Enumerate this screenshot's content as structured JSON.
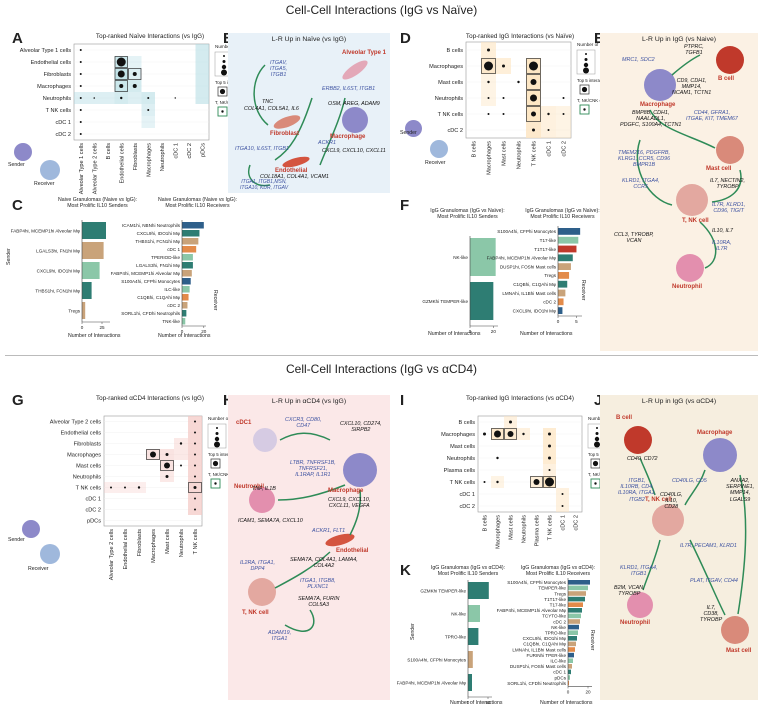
{
  "titles": {
    "top": "Cell-Cell Interactions (IgG vs Naïve)",
    "bottom": "Cell-Cell Interactions (IgG vs αCD4)"
  },
  "panel_letters": [
    "A",
    "B",
    "C",
    "D",
    "E",
    "F",
    "G",
    "H",
    "I",
    "J",
    "K"
  ],
  "common": {
    "sender": "Sender",
    "receiver": "Receiver",
    "n_interactions": "Number of Interactions",
    "legend_number": "Number of Interactions",
    "legend_top5": "Top 5 interaction pairs",
    "legend_tnk": "T, NK/CNK cell Interactions",
    "sender_axis": "Sender",
    "receiver_axis": "Receiver"
  },
  "panelA": {
    "title": "Top-ranked Naïve Interactions (vs IgG)",
    "rows": [
      "Alveolar Type 1 cells",
      "Endothelial cells",
      "Fibroblasts",
      "Macrophages",
      "Neutrophils",
      "T NK cells",
      "cDC 1",
      "cDC 2"
    ],
    "cols": [
      "Alveolar Type 1 cells",
      "Alveolar Type 2 cells",
      "B cells",
      "Endothelial cells",
      "Fibroblasts",
      "Macrophages",
      "Neutrophils",
      "cDC 1",
      "cDC 2",
      "pDCs"
    ]
  },
  "panelB": {
    "title": "L-R Up in Naïve (vs IgG)",
    "cells": {
      "at1": "Alveolar Type 1",
      "fib": "Fibroblast",
      "mac": "Macrophage",
      "endo": "Endothelial"
    },
    "genes": {
      "g1": "ITGAV,\nITGA5,\nITGB1",
      "g2": "TNC",
      "g3": "COL4A1, COL5A1, IL6",
      "g4": "ERBB2, IL6ST, ITGB1",
      "g5": "OSM, AREG, ADAM9",
      "g6": "ACKR1",
      "g7": "CXCL9, CXCL10, CXCL11",
      "g8": "ITGA10, IL6ST, ITGB1",
      "g9": "COL18A1, COL4A1, VCAM1",
      "g10": "ITGA1, ITGB1,MSN,\nITGA10, KDR, ITGAV"
    }
  },
  "panelC": {
    "left_title": "Naive Granulomas (Naive vs IgG):\nMost Prolific IL10 Senders",
    "right_title": "Naive Granulomas (Naive vs IgG):\nMost Prolific IL10 Receivers",
    "left_labels": [
      "FABP4hi, MCEMP1hi Alveolar Mφ",
      "LGALS3hi, FN1hi Mφ",
      "CXCL9hi, IDO1hi Mφ",
      "THBS1hi, FCN1hi Mφ",
      "Tregs"
    ],
    "left_ticks": [
      "0",
      "25"
    ],
    "right_labels": [
      "ICAM1hi, NBNhi Neutrophils",
      "CXCL9hi, IDO1hi Mφ",
      "THBS1hi, FCN1hi Mφ",
      "cDC 1",
      "TPERIOD-like",
      "LGALS3hi, FN1hi Mφ",
      "FABP4hi, MCEMP1hi Alveolar Mφ",
      "S100A4hi, CFPhi Monocytes",
      "ILC-like",
      "C1QBhi, C1QAhi Mφ",
      "cDC 2",
      "SORL1hi, CFDhi Neutrophils",
      "TNK-like"
    ],
    "right_ticks": [
      "0",
      "20"
    ]
  },
  "panelD": {
    "title": "Top-ranked IgG Interactions (vs Naïve)",
    "rows": [
      "B cells",
      "Macrophages",
      "Mast cells",
      "Neutrophils",
      "T NK cells",
      "cDC 2"
    ],
    "cols": [
      "B cells",
      "Macrophages",
      "Mast cells",
      "Neutrophils",
      "T NK cells",
      "cDC 1",
      "cDC 2"
    ]
  },
  "panelE": {
    "title": "L-R Up in IgG (vs Naive)",
    "cells": {
      "b": "B cell",
      "mac": "Macrophage",
      "mast": "Mast cell",
      "tnk": "T, NK cell",
      "neut": "Neutrophil"
    },
    "genes": {
      "g1": "PTPRC,\nTGFB1",
      "g2": "MRC1, SDC2",
      "g3": "CD9, CDH1,\nMMP14,\nNCAM1, TCTN1",
      "g4": "BMP8B, CDH1,\nNAALADL1,\nPDGFC, S100A4, TCTN1",
      "g5": "CD44, GFRA1,\nITGAE, KIT, TMEM67",
      "g6": "IL7, NECTIN2,\nTYROBP",
      "g7": "TMEM216, PDGFRB,\nKLRG1, CCR5, CD96\nBMPR1B",
      "g8": "KLRD1, ITGA4,\nCCR5",
      "g9": "IL7R, KLRD1,\nCD96, TIGIT",
      "g10": "IL10, IL7",
      "g11": "CCL3, TYROBP,\nVCAN",
      "g12": "IL10RA,\nIL7R"
    }
  },
  "panelF": {
    "left_title": "IgG Granulomas (IgG vs Naïve):\nMost Prolific IL10 Senders",
    "right_title": "IgG Granulomas (IgG vs Naïve):\nMost Prolific IL10 Receivers",
    "left_labels": [
      "NK-like",
      "GZMKhi TEMPER-like"
    ],
    "left_ticks": [
      "0",
      "20"
    ],
    "right_labels": [
      "S100A4hi, CFPhi Monocytes",
      "T17-like",
      "T1T17-like",
      "FABP4hi, MCEMP1hi Alveolar Mφ",
      "DUSP1hi, FOShi Mast cells",
      "Tregs",
      "C1QBhi, C1QAhi Mφ",
      "LMNAhi, IL1Bhi Mast cells",
      "cDC 2",
      "CXCL9hi, IDO1hi Mφ"
    ],
    "right_ticks": [
      "0",
      "5"
    ]
  },
  "panelG": {
    "title": "Top-ranked αCD4 Interactions (vs IgG)",
    "rows": [
      "Alveolar Type 2 cells",
      "Endothelial cells",
      "Fibroblasts",
      "Macrophages",
      "Mast cells",
      "Neutrophils",
      "T NK cells",
      "cDC 1",
      "cDC 2",
      "pDCs"
    ],
    "cols": [
      "Alveolar Type 2 cells",
      "Endothelial cells",
      "Fibroblasts",
      "Macrophages",
      "Mast cells",
      "Neutrophils",
      "T NK cells"
    ]
  },
  "panelH": {
    "title": "L-R Up in αCD4 (vs IgG)",
    "cells": {
      "cdc1": "cDC1",
      "mac": "Macrophage",
      "neut": "Neutrophil",
      "endo": "Endothelial",
      "tnk": "T, NK cell"
    },
    "genes": {
      "g1": "CXCR3, CD80,\nCD47",
      "g2": "CXCL10, CD274,\nSIRPB2",
      "g3": "LTBR, TNFRSF1B,\nTNFRSF21,\nIL1RAP, IL1R1",
      "g4": "TNF, IL1B",
      "g5": "CXCL9, CXCL10,\nCXCL11, VEGFA",
      "g6": "ICAM1, SEMA7A, CXCL10",
      "g7": "ACKR1, FLT1",
      "g8": "SEMA7A, COL4A1, LAMA4,\nCOL4A2",
      "g9": "IL2RA, ITGA1,\nDPP4",
      "g10": "ITGA1, ITGB8,\nPLXNC1",
      "g11": "SEMA7A, FURIN\nCOL5A3",
      "g12": "ADAM19,\nITGA1"
    }
  },
  "panelI": {
    "title": "Top-ranked IgG Interactions (vs αCD4)",
    "rows": [
      "B cells",
      "Macrophages",
      "Mast cells",
      "Neutrophils",
      "Plasma cells",
      "T NK cells",
      "cDC 1",
      "cDC 2"
    ],
    "cols": [
      "B cells",
      "Macrophages",
      "Mast cells",
      "Neutrophils",
      "Plasma cells",
      "T NK cells",
      "cDC 1",
      "cDC 2"
    ]
  },
  "panelJ": {
    "title": "L-R Up in IgG (vs αCD4)",
    "cells": {
      "b": "B cell",
      "mac": "Macrophage",
      "tnk": "T, NK cell",
      "neut": "Neutrophil",
      "mast": "Mast cell"
    },
    "genes": {
      "g1": "CD40, CD72",
      "g2": "ITGB1,\nIL10RB, CD4,\nIL10RA, ITGA1,\nITGB2",
      "g3": "CD40LG, CD5",
      "g4": "CD40LG,\nIL10,\nCD28",
      "g5": "ANXA2,\nSERPINE1,\nMMP14,\nLGALS9",
      "g6": "IL7R, PECAM1, KLRD1",
      "g7": "KLRD1, ITGA4,\nITGB1",
      "g8": "PLAT, ITGAV, CD44",
      "g9": "B2M, VCAN,\nTYROBP",
      "g10": "IL7,\nCD38,\nTYROBP"
    }
  },
  "panelK": {
    "left_title": "IgG Granulomas (IgG vs αCD4):\nMost Prolific IL10 Senders",
    "right_title": "IgG Granulomas (IgG vs αCD4):\nMost Prolific IL10 Receivers",
    "left_labels": [
      "GZMKhi TEMPER-like",
      "NK-like",
      "TPRO-like",
      "S100A4hi, CFPhi Monocytes",
      "FABP4hi, MCEMP1hi Alveolar Mφ"
    ],
    "left_ticks": [
      "0",
      "50"
    ],
    "right_labels": [
      "S100A4hi, CFPhi Monocytes",
      "TEMPER-like",
      "Tregs",
      "T1T17-like",
      "T17-like",
      "FABP4hi, MCEMP1hi Alveolar Mφ",
      "TCYTO-like",
      "cDC 2",
      "NK-like",
      "TPRO-like",
      "CXCL9hi, IDO1hi Mφ",
      "C1QBhi, C1QAhi Mφ",
      "LMNAhi, IL1Bhi Mast cells",
      "FURINhi TPER-like",
      "ILC-like",
      "DUSP1hi, FOShi Mast cells",
      "cDC 1",
      "pDCs",
      "SORL1hi, CFDhi Neutrophils"
    ],
    "right_ticks": [
      "0",
      "20"
    ]
  },
  "colors": {
    "panelB_bg": "#e8f1f8",
    "panelE_bg": "#fbf1e4",
    "panelH_bg": "#fbe8e8",
    "panelJ_bg": "#f6eedf",
    "dotA": "#a9d8e0",
    "dotD": "#fde4bf",
    "dotG": "#f4c7c3",
    "dotI": "#fde4bf",
    "arrow": "#2e8b57",
    "bar_teal": "#2e7d73",
    "bar_tan": "#c9a37a",
    "bar_green": "#8bc7a8",
    "bar_blue": "#2e5f8a",
    "bar_orange": "#e38b4a"
  }
}
